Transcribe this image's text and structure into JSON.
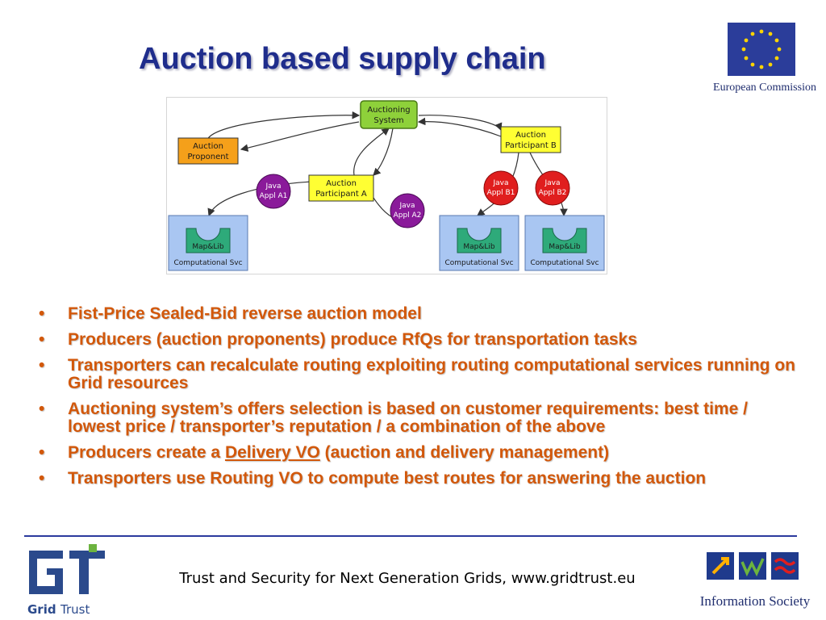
{
  "slide": {
    "title": "Auction based supply chain"
  },
  "logos": {
    "ec_label": "European Commission",
    "gridtrust_label_a": "Grid",
    "gridtrust_label_b": "Trust",
    "infosoc_label": "Information Society"
  },
  "diagram": {
    "auctioning_system": [
      "Auctioning",
      "System"
    ],
    "auction_proponent": [
      "Auction",
      "Proponent"
    ],
    "participant_a": [
      "Auction",
      "Participant A"
    ],
    "participant_b": [
      "Auction",
      "Participant B"
    ],
    "java_a1": [
      "Java",
      "Appl A1"
    ],
    "java_a2": [
      "Java",
      "Appl A2"
    ],
    "java_b1": [
      "Java",
      "Appl B1"
    ],
    "java_b2": [
      "Java",
      "Appl B2"
    ],
    "maplib": "Map&Lib",
    "comp_svc": "Computational Svc"
  },
  "bullets": [
    {
      "text": "Fist-Price Sealed-Bid reverse auction model"
    },
    {
      "text": "Producers (auction proponents) produce RfQs for transportation tasks"
    },
    {
      "text": "Transporters can recalculate routing exploiting routing computational services running on Grid resources"
    },
    {
      "text": "Auctioning system’s offers selection is based on customer requirements: best time / lowest price / transporter’s reputation / a combination of the above"
    },
    {
      "pre": "Producers create a ",
      "link": "Delivery VO",
      "post": " (auction and delivery management)"
    },
    {
      "text": "Transporters use Routing VO to compute best routes for answering the auction"
    }
  ],
  "footer": {
    "text": "Trust and Security for Next Generation Grids, www.gridtrust.eu"
  },
  "colors": {
    "title": "#1f2d8c",
    "bullet": "#d2580b",
    "footer_line": "#2b3a9e",
    "auction_system": "#8ed13a",
    "proponent": "#f5a01a",
    "participant": "#ffff33",
    "java_purple": "#8a1a9a",
    "java_red": "#e01e1e",
    "svc_bg": "#a9c6f2",
    "maplib": "#2eaa7a"
  }
}
